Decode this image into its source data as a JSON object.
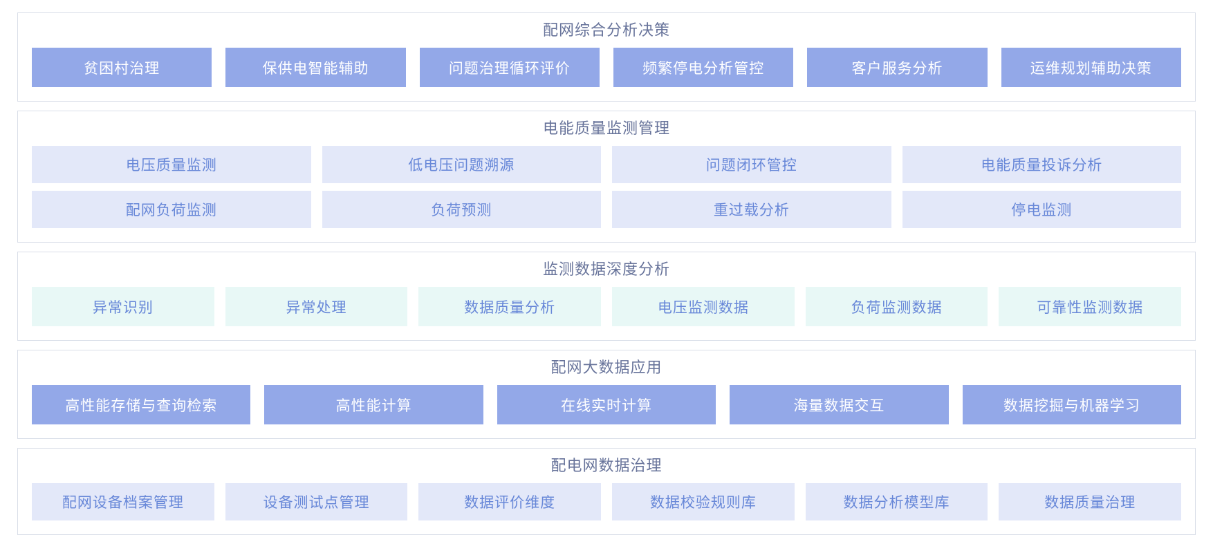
{
  "colors": {
    "section_border": "#d9dee8",
    "section_title_text": "#67739a",
    "solid_tile_bg": "#93a8e8",
    "solid_tile_text": "#ffffff",
    "lavender_tile_bg": "#e3e8f9",
    "mint_tile_bg": "#e8f8f6",
    "light_tile_text": "#6787d8",
    "page_bg": "#ffffff"
  },
  "sections": [
    {
      "title": "配网综合分析决策",
      "style": "solid",
      "rows": [
        [
          "贫困村治理",
          "保供电智能辅助",
          "问题治理循环评价",
          "频繁停电分析管控",
          "客户服务分析",
          "运维规划辅助决策"
        ]
      ]
    },
    {
      "title": "电能质量监测管理",
      "style": "lavender",
      "rows": [
        [
          "电压质量监测",
          "低电压问题溯源",
          "问题闭环管控",
          "电能质量投诉分析"
        ],
        [
          "配网负荷监测",
          "负荷预测",
          "重过载分析",
          "停电监测"
        ]
      ]
    },
    {
      "title": "监测数据深度分析",
      "style": "mint",
      "rows": [
        [
          "异常识别",
          "异常处理",
          "数据质量分析",
          "电压监测数据",
          "负荷监测数据",
          "可靠性监测数据"
        ]
      ]
    },
    {
      "title": "配网大数据应用",
      "style": "solid",
      "rows": [
        [
          "高性能存储与查询检索",
          "高性能计算",
          "在线实时计算",
          "海量数据交互",
          "数据挖掘与机器学习"
        ]
      ]
    },
    {
      "title": "配电网数据治理",
      "style": "lavender",
      "rows": [
        [
          "配网设备档案管理",
          "设备测试点管理",
          "数据评价维度",
          "数据校验规则库",
          "数据分析模型库",
          "数据质量治理"
        ]
      ]
    }
  ]
}
